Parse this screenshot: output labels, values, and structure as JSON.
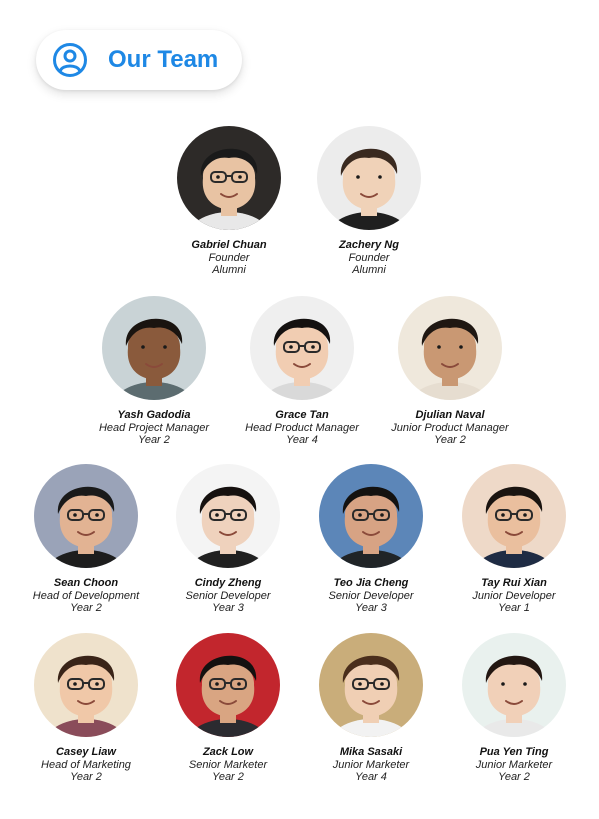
{
  "header": {
    "title": "Our Team",
    "icon": "user-circle-icon",
    "accent_color": "#1e88e5"
  },
  "rows": [
    [
      {
        "name": "Gabriel Chuan",
        "role": "Founder",
        "year": "Alumni",
        "bg": "#2d2a28",
        "skin": "#e8c3a3",
        "hair": "#1a1a1a",
        "shirt": "#e8e8e8",
        "glasses": true
      },
      {
        "name": "Zachery Ng",
        "role": "Founder",
        "year": "Alumni",
        "bg": "#ececec",
        "skin": "#f0d2b8",
        "hair": "#3a2a20",
        "shirt": "#1f1f1f",
        "glasses": false
      }
    ],
    [
      {
        "name": "Yash Gadodia",
        "role": "Head Project Manager",
        "year": "Year 2",
        "bg": "#c9d3d6",
        "skin": "#8a5a3c",
        "hair": "#1a1410",
        "shirt": "#5c6c70",
        "glasses": false
      },
      {
        "name": "Grace Tan",
        "role": "Head Product Manager",
        "year": "Year 4",
        "bg": "#efefef",
        "skin": "#f1cdb2",
        "hair": "#141110",
        "shirt": "#d9d9d9",
        "glasses": true
      },
      {
        "name": "Djulian Naval",
        "role": "Junior Product Manager",
        "year": "Year 2",
        "bg": "#efe8dc",
        "skin": "#c99873",
        "hair": "#1f1712",
        "shirt": "#e6ddd0",
        "glasses": false
      }
    ],
    [
      {
        "name": "Sean Choon",
        "role": "Head of Development",
        "year": "Year 2",
        "bg": "#9aa3b8",
        "skin": "#e2b393",
        "hair": "#1a1a1a",
        "shirt": "#1d1d1d",
        "glasses": true
      },
      {
        "name": "Cindy Zheng",
        "role": "Senior Developer",
        "year": "Year 3",
        "bg": "#f4f4f4",
        "skin": "#efd2bd",
        "hair": "#16110f",
        "shirt": "#202020",
        "glasses": true
      },
      {
        "name": "Teo Jia Cheng",
        "role": "Senior Developer",
        "year": "Year 3",
        "bg": "#5c86b8",
        "skin": "#d7a384",
        "hair": "#141210",
        "shirt": "#202427",
        "glasses": true
      },
      {
        "name": "Tay Rui Xian",
        "role": "Junior Developer",
        "year": "Year 1",
        "bg": "#eed9c8",
        "skin": "#eabf9e",
        "hair": "#1a1410",
        "shirt": "#1f2c44",
        "glasses": true
      }
    ],
    [
      {
        "name": "Casey Liaw",
        "role": "Head of Marketing",
        "year": "Year 2",
        "bg": "#efe2cc",
        "skin": "#f0c8a8",
        "hair": "#3a2418",
        "shirt": "#8a4c5a",
        "glasses": true
      },
      {
        "name": "Zack Low",
        "role": "Senior Marketer",
        "year": "Year 2",
        "bg": "#c2262d",
        "skin": "#d9a582",
        "hair": "#141110",
        "shirt": "#2b2b30",
        "glasses": true
      },
      {
        "name": "Mika Sasaki",
        "role": "Junior Marketer",
        "year": "Year 4",
        "bg": "#c9ad7a",
        "skin": "#f0cfb4",
        "hair": "#4a2e1c",
        "shirt": "#f2f2f2",
        "glasses": true
      },
      {
        "name": "Pua Yen Ting",
        "role": "Junior Marketer",
        "year": "Year 2",
        "bg": "#e9f1ee",
        "skin": "#f1d0b8",
        "hair": "#231712",
        "shirt": "#e9e9e9",
        "glasses": false
      }
    ]
  ]
}
